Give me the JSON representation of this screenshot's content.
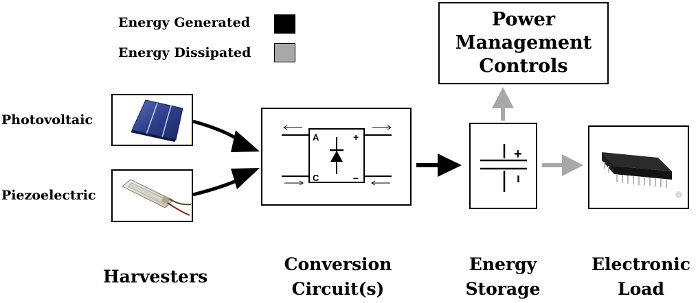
{
  "legend": {
    "generated": {
      "label": "Energy Generated",
      "color": "#000000"
    },
    "dissipated": {
      "label": "Energy Dissipated",
      "color": "#a8a8a8"
    }
  },
  "sources": {
    "photovoltaic": "Photovoltaic",
    "piezoelectric": "Piezoelectric"
  },
  "power_management": "Power Management Controls",
  "stages": {
    "harvesters": "Harvesters",
    "conversion": "Conversion Circuit(s)",
    "storage": "Energy Storage",
    "load": "Electronic Load"
  },
  "circuit_labels": {
    "a": "A",
    "c": "C",
    "plus": "+",
    "minus": "–"
  },
  "storage_labels": {
    "plus": "+",
    "minus": "ı"
  },
  "icons": {
    "solar": "solar-panel-icon",
    "piezo": "piezo-element-icon",
    "chip": "integrated-circuit-icon"
  }
}
